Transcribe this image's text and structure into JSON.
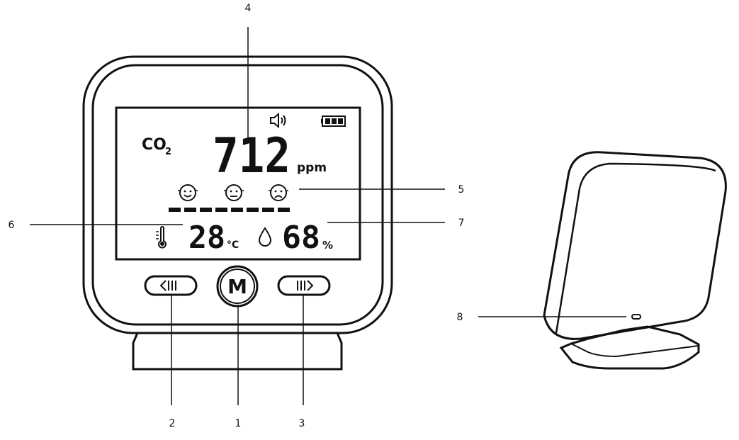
{
  "device": {
    "co2_symbol": "CO",
    "co2_subscript": "2",
    "co2_value": "712",
    "co2_unit": "ppm",
    "temperature_value": "28",
    "temperature_unit": "°C",
    "humidity_value": "68",
    "humidity_unit": "%",
    "mode_button_label": "M",
    "left_button_glyph": "<|||",
    "right_button_glyph": "|||>",
    "battery_bars": 3
  },
  "callouts": {
    "c1": "1",
    "c2": "2",
    "c3": "3",
    "c4": "4",
    "c5": "5",
    "c6": "6",
    "c7": "7",
    "c8": "8"
  },
  "icons": {
    "speaker": "speaker-icon",
    "battery": "battery-icon",
    "face_happy": "smiley-happy-icon",
    "face_neutral": "smiley-neutral-icon",
    "face_sad": "smiley-sad-icon",
    "thermometer": "thermometer-icon",
    "droplet": "water-drop-icon"
  },
  "colors": {
    "ink": "#111111",
    "background": "#ffffff"
  }
}
